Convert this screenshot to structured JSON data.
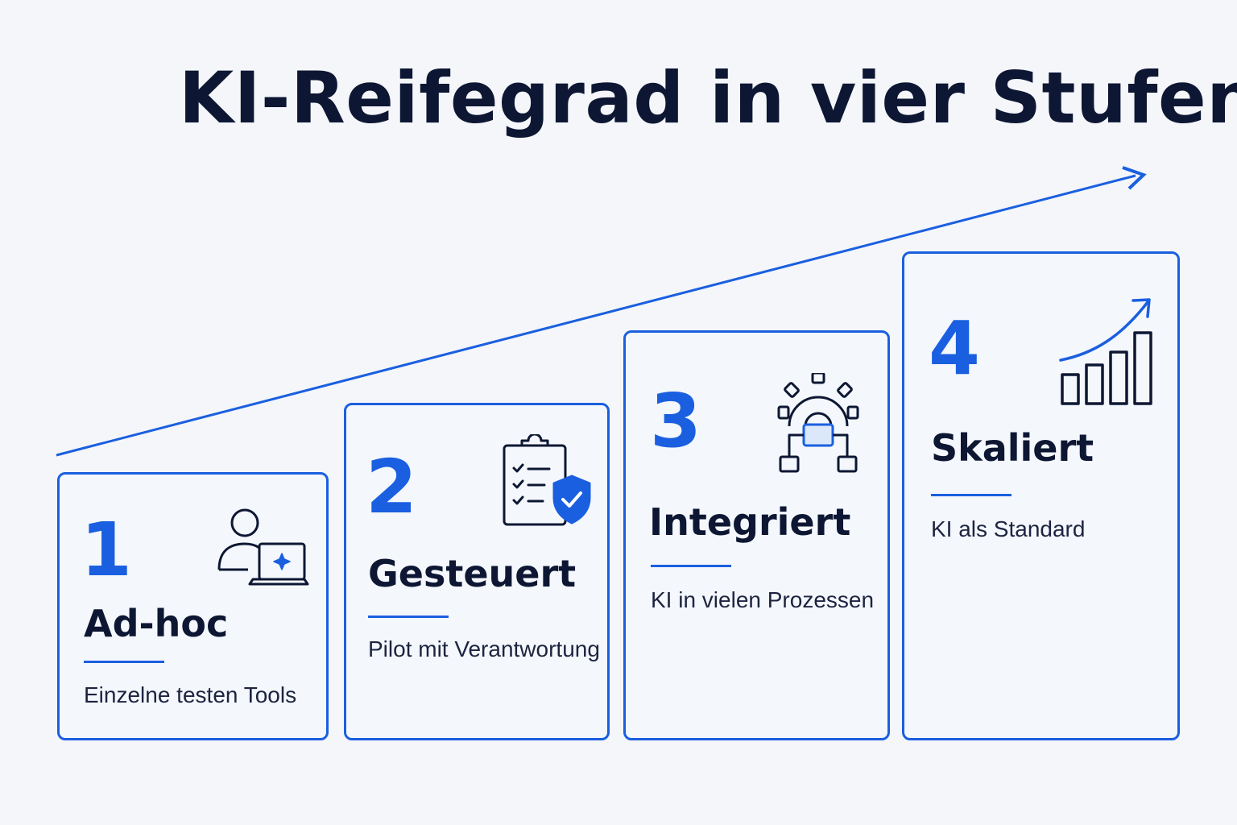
{
  "header": {
    "title": "KI-Reifegrad in vier Stufen"
  },
  "colors": {
    "accent": "#1a5fe0",
    "text": "#0d1733",
    "background": "#f4f6fa"
  },
  "stages": [
    {
      "number": "1",
      "title": "Ad-hoc",
      "description": "Einzelne testen Tools",
      "icon": "user-laptop-icon"
    },
    {
      "number": "2",
      "title": "Gesteuert",
      "description": "Pilot mit Verantwortung",
      "icon": "clipboard-shield-icon"
    },
    {
      "number": "3",
      "title": "Integriert",
      "description": "KI in vielen Prozessen",
      "icon": "gear-network-icon"
    },
    {
      "number": "4",
      "title": "Skaliert",
      "description": "KI als Standard",
      "icon": "growth-chart-icon"
    }
  ]
}
